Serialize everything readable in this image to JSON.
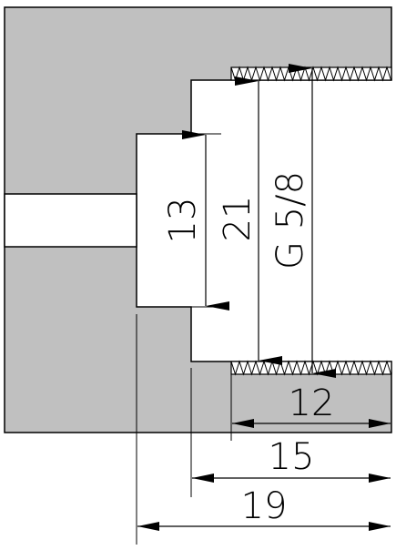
{
  "drawing": {
    "colors": {
      "body_fill": "#c0c0c0",
      "line": "#000000",
      "background": "#ffffff"
    },
    "dimensions": {
      "d13": "13",
      "d21": "21",
      "thread": "G 5/8",
      "d12": "12",
      "d15": "15",
      "d19": "19"
    },
    "thread_hatch": "zigzag"
  }
}
